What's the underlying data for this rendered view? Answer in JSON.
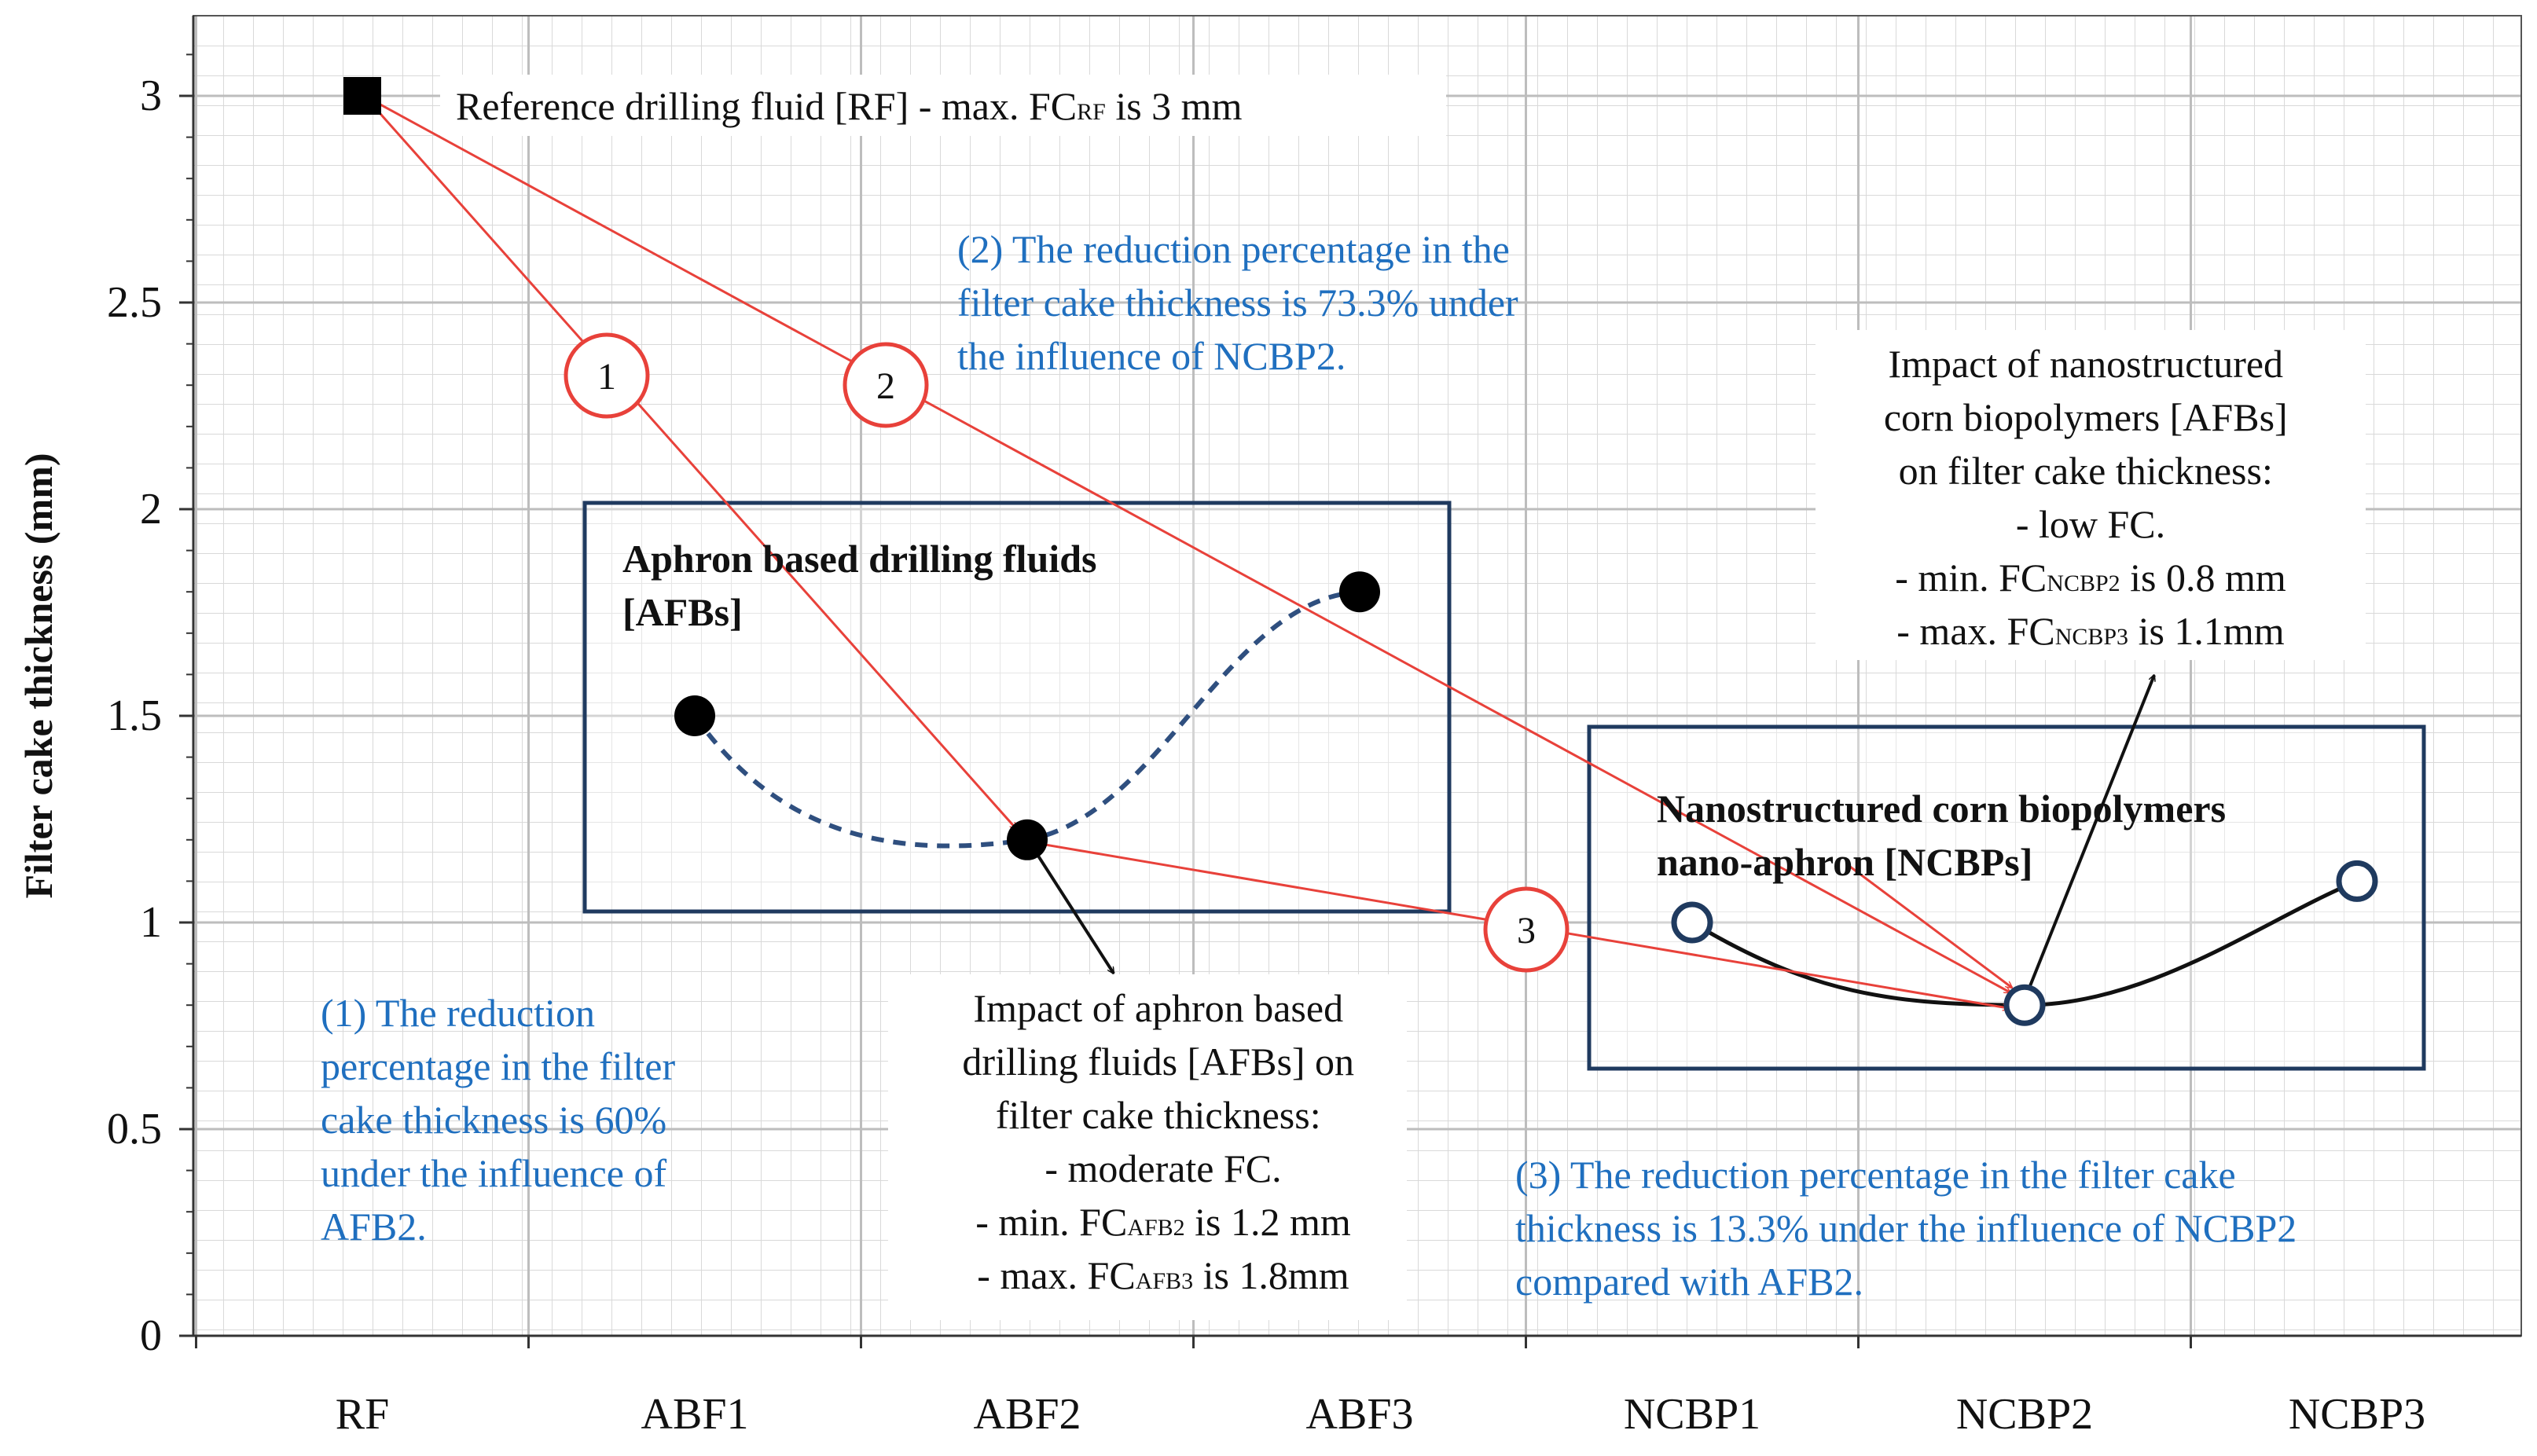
{
  "chart_data": {
    "type": "line",
    "ylabel": "Filter cake thickness (mm)",
    "xlabel": "",
    "ylim": [
      0,
      3.2
    ],
    "yticks": [
      0,
      0.5,
      1,
      1.5,
      2,
      2.5,
      3
    ],
    "ytick_labels": [
      "0",
      "0.5",
      "1",
      "1.5",
      "2",
      "2.5",
      "3"
    ],
    "categories": [
      "RF",
      "ABF1",
      "ABF2",
      "ABF3",
      "NCBP1",
      "NCBP2",
      "NCBP3"
    ],
    "grid": true,
    "series": [
      {
        "key": "rf",
        "marker": "square",
        "x": [
          "RF"
        ],
        "values": [
          3.0
        ]
      },
      {
        "key": "afb",
        "marker": "filled-circle",
        "line": "dashed",
        "x": [
          "ABF1",
          "ABF2",
          "ABF3"
        ],
        "values": [
          1.5,
          1.2,
          1.8
        ]
      },
      {
        "key": "ncbp",
        "marker": "open-circle",
        "line": "solid",
        "x": [
          "NCBP1",
          "NCBP2",
          "NCBP3"
        ],
        "values": [
          1.0,
          0.8,
          1.1
        ]
      }
    ],
    "colors": {
      "blue_text": "#1f6fbf",
      "red_arrow": "#e8413a",
      "box_border": "#1f3a5f",
      "dashed_line": "#2f4f7f",
      "marker_ring": "#1f3a5f"
    },
    "annotations": {
      "rf_label": {
        "text": "Reference drilling fluid [RF] - max. FC",
        "sub": "RF",
        "tail": " is 3 mm"
      },
      "afb_box_title": [
        "Aphron  based drilling fluids",
        "[AFBs]"
      ],
      "ncbp_box_title": [
        "Nanostructured corn biopolymers",
        "nano-aphron [NCBPs]"
      ],
      "note1": [
        "(1) The reduction",
        "percentage in the filter",
        "cake thickness is 60%",
        "under the influence of",
        "AFB2."
      ],
      "note2": [
        "(2) The reduction percentage in the",
        "filter cake thickness is 73.3% under",
        "the influence of NCBP2."
      ],
      "note3": [
        "(3) The reduction percentage in the filter cake",
        "thickness is 13.3% under the influence of NCBP2",
        "compared with AFB2."
      ],
      "afb_impact": {
        "lines": [
          "Impact of aphron based",
          "drilling fluids [AFBs] on",
          "filter cake thickness:",
          "- moderate FC."
        ],
        "min": {
          "pre": "- min. FC",
          "sub": "AFB2",
          "post": " is 1.2 mm"
        },
        "max": {
          "pre": "- max. FC",
          "sub": "AFB3",
          "post": " is 1.8mm"
        }
      },
      "ncbp_impact": {
        "lines": [
          "Impact of nanostructured",
          "corn biopolymers [AFBs]",
          "on filter cake thickness:",
          "- low FC."
        ],
        "min": {
          "pre": "- min. FC",
          "sub": "NCBP2",
          "post": " is 0.8 mm"
        },
        "max": {
          "pre": "- max. FC",
          "sub": "NCBP3",
          "post": " is 1.1mm"
        }
      },
      "circle_labels": [
        "1",
        "2",
        "3"
      ]
    }
  }
}
